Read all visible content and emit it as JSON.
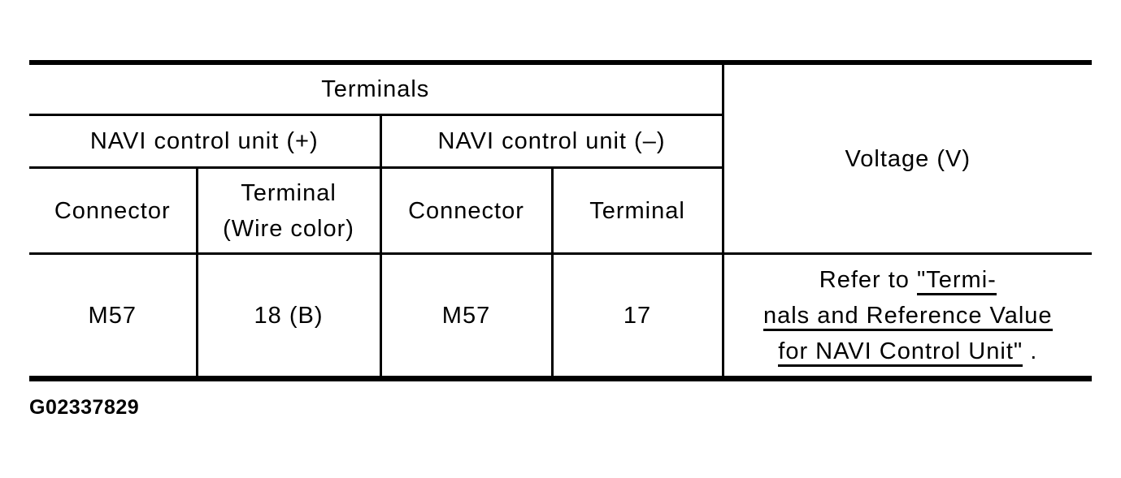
{
  "colors": {
    "background": "#ffffff",
    "text": "#000000",
    "grid": "#000000"
  },
  "table": {
    "headers": {
      "terminals": "Terminals",
      "voltage": "Voltage (V)",
      "navi_plus": "NAVI control unit (+)",
      "navi_minus": "NAVI control unit (–)",
      "connector_plus": "Connector",
      "terminal_wire_line1": "Terminal",
      "terminal_wire_line2": "(Wire color)",
      "connector_minus": "Connector",
      "terminal_minus": "Terminal"
    },
    "rows": [
      {
        "connector_plus": "M57",
        "terminal_wire": "18 (B)",
        "connector_minus": "M57",
        "terminal_minus": "17",
        "voltage": {
          "prefix": "Refer to ",
          "link_line1": "\"Termi-",
          "link_line2": "nals and Reference Value",
          "link_line3": "for NAVI Control Unit\"",
          "suffix": " ."
        }
      }
    ]
  },
  "caption": "G02337829"
}
